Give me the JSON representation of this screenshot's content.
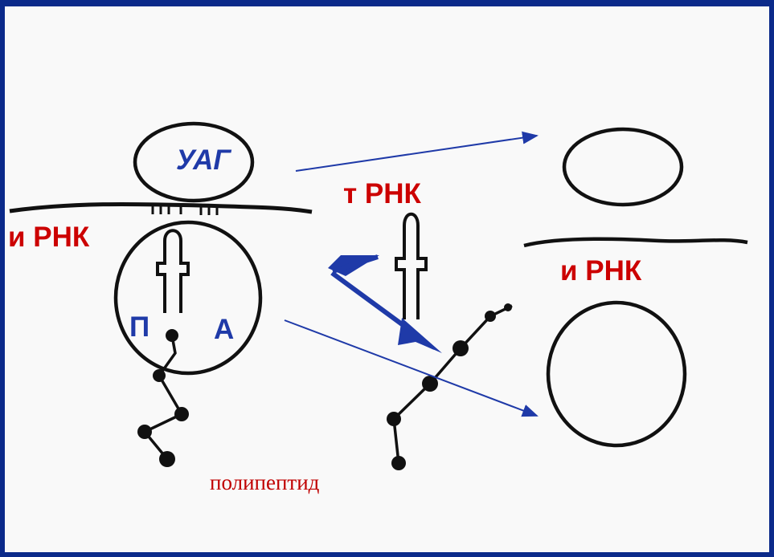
{
  "labels": {
    "stop_codon": "УАГ",
    "trna": "т РНК",
    "mrna_left": "и РНК",
    "mrna_right": "и РНК",
    "site_p": "П",
    "site_a": "А",
    "polypeptide": "полипептид"
  },
  "colors": {
    "frame": "#0b2a8a",
    "canvas": "#f9f9f9",
    "ink": "#111111",
    "label_red": "#cc0000",
    "label_blue": "#1f3aa8",
    "arrow": "#1f3aa8"
  }
}
